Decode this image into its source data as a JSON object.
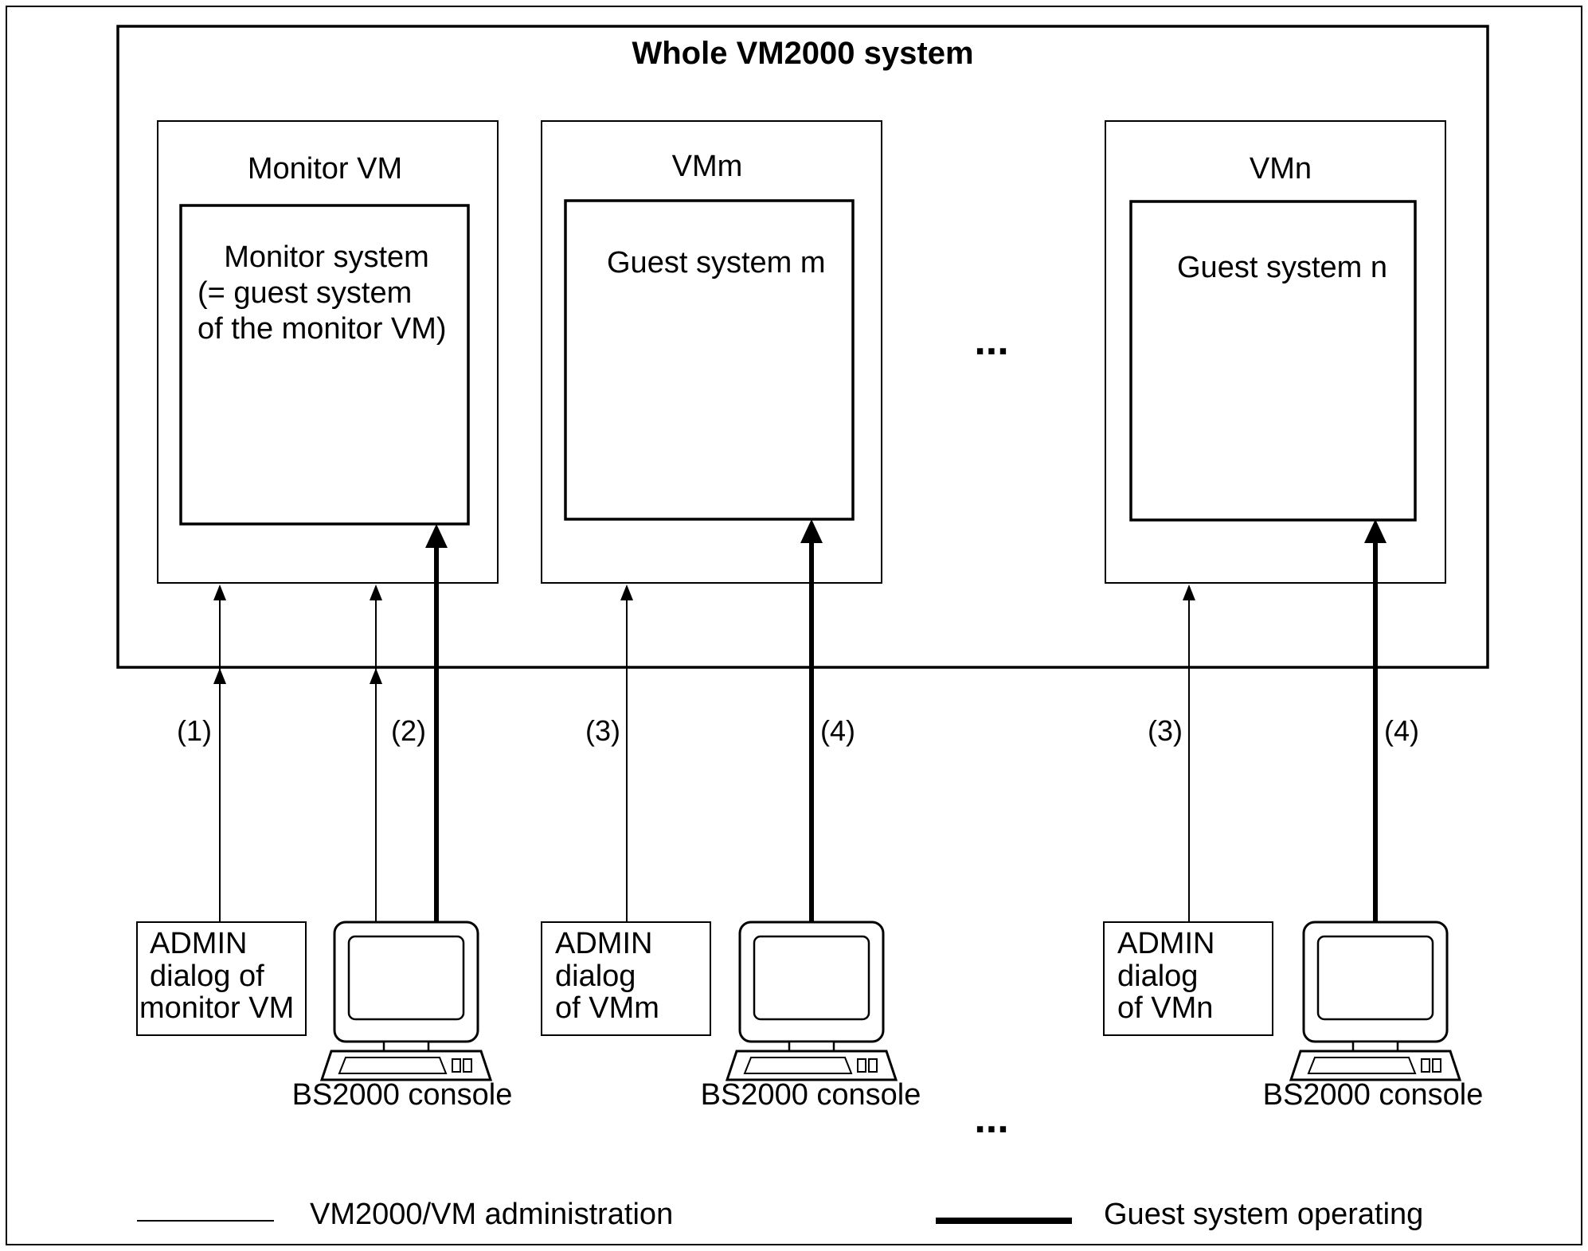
{
  "whole_system": {
    "title": "Whole VM2000 system"
  },
  "vms": [
    {
      "header": "Monitor VM",
      "guest_lines": [
        "Monitor system",
        "(= guest system",
        "of the monitor VM)"
      ]
    },
    {
      "header": "VMm",
      "guest_lines": [
        "Guest system m"
      ]
    },
    {
      "header": "VMn",
      "guest_lines": [
        "Guest system n"
      ]
    }
  ],
  "ellipsis": "...",
  "connections": [
    {
      "label": "(1)",
      "kind": "administration"
    },
    {
      "label": "(2)",
      "kind": "administration"
    },
    {
      "label": "(3)",
      "kind": "administration"
    },
    {
      "label": "(4)",
      "kind": "guest-operating"
    },
    {
      "label": "(3)",
      "kind": "administration"
    },
    {
      "label": "(4)",
      "kind": "guest-operating"
    }
  ],
  "admin_dialogs": [
    {
      "lines": [
        "ADMIN",
        "dialog of",
        "monitor VM"
      ]
    },
    {
      "lines": [
        "ADMIN",
        "dialog",
        "of VMm"
      ]
    },
    {
      "lines": [
        "ADMIN",
        "dialog",
        "of VMn"
      ]
    }
  ],
  "consoles": [
    {
      "label": "BS2000 console"
    },
    {
      "label": "BS2000 console"
    },
    {
      "label": "BS2000 console"
    }
  ],
  "legend": {
    "thin_label": "VM2000/VM administration",
    "thick_label": "Guest system operating"
  }
}
